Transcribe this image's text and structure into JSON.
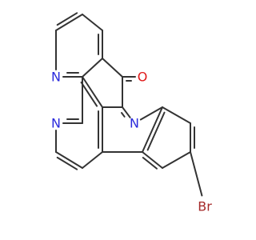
{
  "molecule": {
    "atoms": {
      "n1": {
        "label": "N",
        "color": "#2b2bdc"
      },
      "n2": {
        "label": "N",
        "color": "#2b2bdc"
      },
      "n3": {
        "label": "N",
        "color": "#2b2bdc"
      },
      "o1": {
        "label": "O",
        "color": "#e01919"
      },
      "br1": {
        "label": "Br",
        "color": "#a52a2a"
      }
    },
    "bond_color": "#333333"
  }
}
